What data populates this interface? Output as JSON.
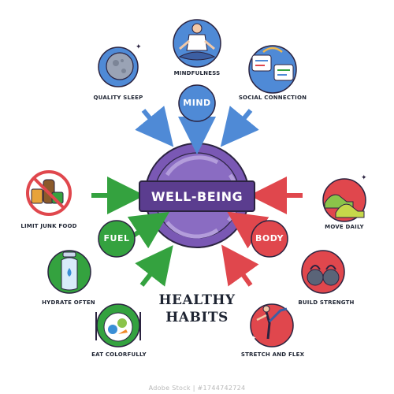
{
  "center": {
    "title": "WELL-BEING"
  },
  "categories": {
    "mind": "MIND",
    "fuel": "FUEL",
    "body": "BODY"
  },
  "subtitle": {
    "line1": "HEALTHY",
    "line2": "HABITS"
  },
  "habits": {
    "quality_sleep": "QUALITY SLEEP",
    "mindfulness": "MINDFULNESS",
    "social_connection": "SOCIAL CONNECTION",
    "limit_junk_food": "LIMIT JUNK FOOD",
    "hydrate_often": "HYDRATE OFTEN",
    "eat_colorfully": "EAT COLORFULLY",
    "move_daily": "MOVE DAILY",
    "build_strength": "BUILD STRENGTH",
    "stretch_and_flex": "STRETCH AND FLEX"
  },
  "watermark": "Adobe Stock | #1744742724",
  "colors": {
    "mind": "#4f8ad6",
    "fuel": "#34a23f",
    "body": "#e0474d",
    "center": "#5b3d8f",
    "outline": "#2b2340"
  }
}
